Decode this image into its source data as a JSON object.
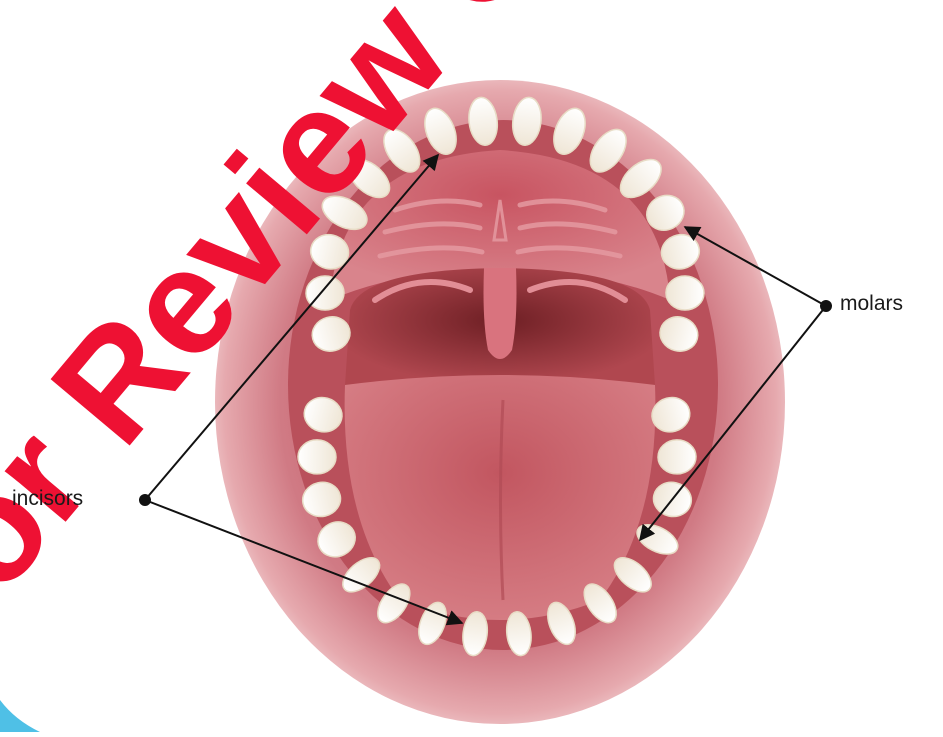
{
  "labels": {
    "molars": "molars",
    "incisors": "incisors"
  },
  "watermark": {
    "text": "or Review O",
    "color": "#ee1133"
  },
  "colors": {
    "lip": "#d98a92",
    "lip_dark": "#c56d78",
    "palate": "#c85a66",
    "throat": "#8e2f35",
    "tongue": "#c9606a",
    "teeth": "#fbf7ee",
    "annotation_line": "#111111",
    "corner_accent": "#4fc0e6"
  }
}
